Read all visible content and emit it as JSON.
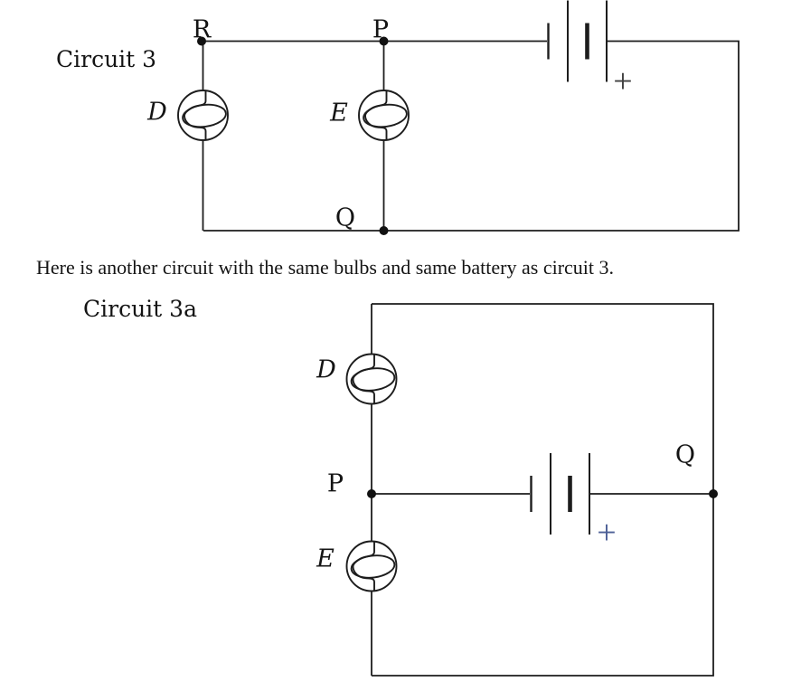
{
  "caption": "Here is another circuit with the same bulbs and same battery as circuit 3.",
  "circuit3": {
    "title": "Circuit 3",
    "node_r": "R",
    "node_p": "P",
    "node_q": "Q",
    "bulb_d": "D",
    "bulb_e": "E",
    "battery_polarity": "+"
  },
  "circuit3a": {
    "title": "Circuit 3a",
    "node_p": "P",
    "node_q": "Q",
    "bulb_d": "D",
    "bulb_e": "E",
    "battery_polarity": "+"
  },
  "colors": {
    "wire": "#1d1d1d",
    "text": "#141414",
    "plus_circuit3": "#414141",
    "plus_circuit3a": "#4c5f96"
  }
}
